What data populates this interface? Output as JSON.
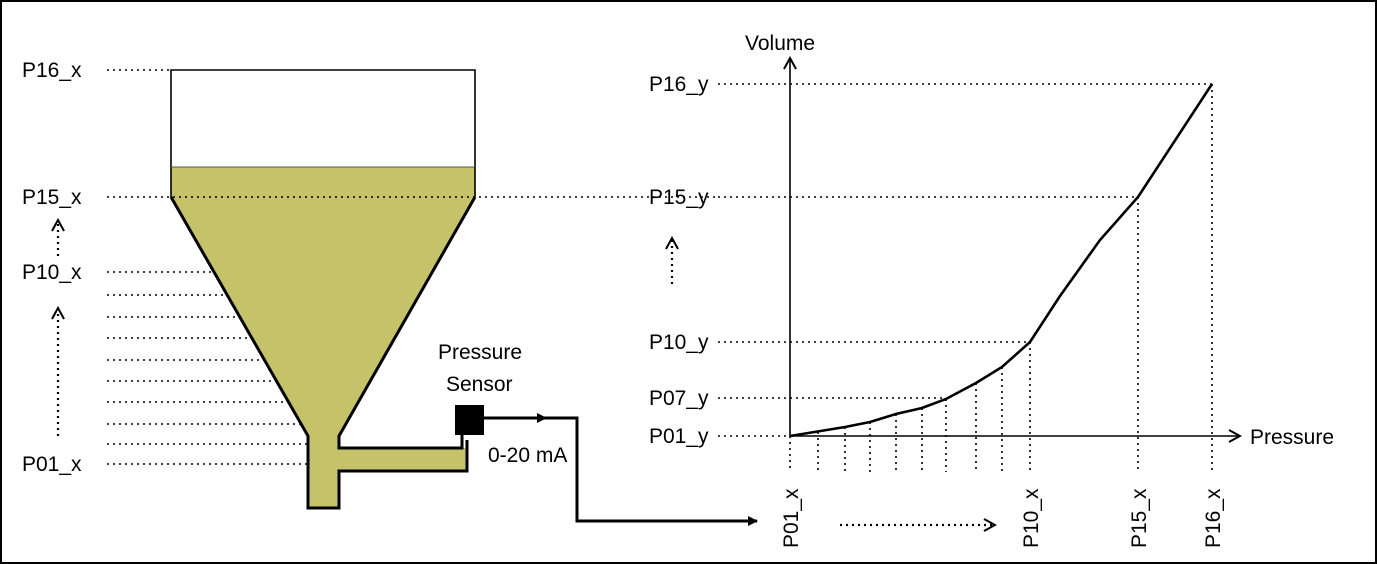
{
  "colors": {
    "liquid": "#c6c269",
    "stroke": "#000000",
    "background": "#ffffff"
  },
  "tank": {
    "levels": {
      "top": "P16_x",
      "upper": "P15_x",
      "mid": "P10_x",
      "bottom": "P01_x"
    }
  },
  "sensor": {
    "label_line1": "Pressure",
    "label_line2": "Sensor",
    "signal": "0-20 mA"
  },
  "graph": {
    "y_axis_label": "Volume",
    "x_axis_label": "Pressure",
    "y_ticks": {
      "p16": "P16_y",
      "p15": "P15_y",
      "p10": "P10_y",
      "p07": "P07_y",
      "p01": "P01_y"
    },
    "x_ticks": {
      "p01": "P01_x",
      "p10": "P10_x",
      "p15": "P15_x",
      "p16": "P16_x"
    }
  }
}
